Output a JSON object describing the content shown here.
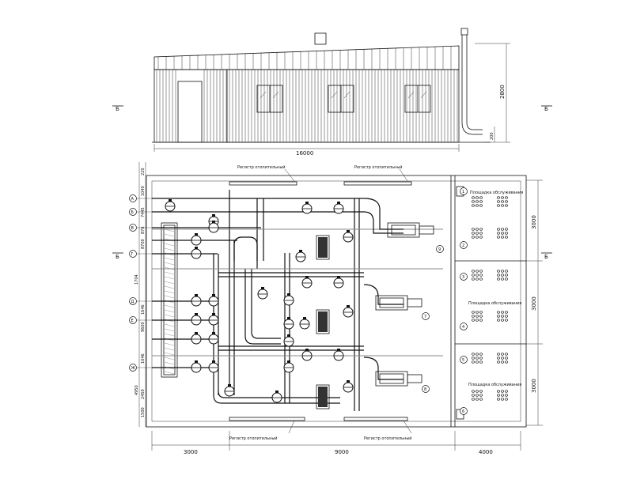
{
  "elevation": {
    "overall_length": "16000",
    "height": "2800",
    "plinth": "200"
  },
  "plan": {
    "dims_bottom": [
      "3000",
      "9000",
      "4000"
    ],
    "dims_right": [
      "3000",
      "3000",
      "3000"
    ],
    "dims_left": [
      "220",
      "1040",
      "7445",
      "876",
      "8700",
      "1704",
      "1646",
      "9600",
      "1046",
      "4950",
      "2450",
      "1500"
    ],
    "axes_left": [
      "А",
      "Б",
      "В",
      "Г",
      "Д",
      "Е",
      "Ж"
    ],
    "section_mark": "Б",
    "labels": {
      "register_top_1": "Регистр отопительный",
      "register_top_2": "Регистр отопительный",
      "register_bottom_1": "Регистр отопительный",
      "register_bottom_2": "Регистр отопительный",
      "panel_1": "Площадка обслуживания",
      "panel_2": "Площадка обслуживания",
      "panel_3": "Площадка обслуживания"
    },
    "equipment_numbers": [
      "1",
      "2",
      "3",
      "4",
      "5",
      "6",
      "7",
      "8",
      "9"
    ]
  }
}
